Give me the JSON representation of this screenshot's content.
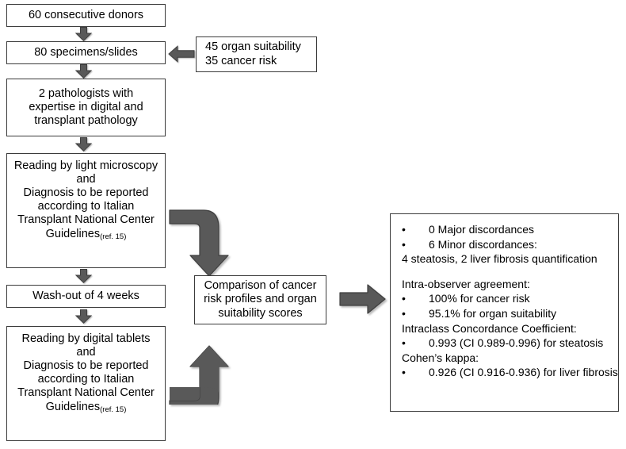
{
  "figure": {
    "kind": "study-flowchart",
    "arrow_color": "#595959",
    "arrow_stroke": "#3f3f3f",
    "box_border": "#3b3b3b",
    "background": "#ffffff"
  },
  "nodes": {
    "donors": {
      "text": "60 consecutive donors"
    },
    "specimens": {
      "text": "80 specimens/slides"
    },
    "breakdown": {
      "line1": "45 organ suitability",
      "line2": "35 cancer risk"
    },
    "pathologists": {
      "line1": "2 pathologists with",
      "line2": "expertise in digital and",
      "line3": "transplant pathology"
    },
    "reading_light": {
      "line1": "Reading by light microscopy",
      "line2": "and",
      "line3": "Diagnosis to be reported",
      "line4": "according to Italian",
      "line5": "Transplant National Center",
      "line6": "Guidelines",
      "ref": "(ref. 15)"
    },
    "washout": {
      "text": "Wash-out of 4 weeks"
    },
    "reading_digital": {
      "line1": "Reading by digital tablets",
      "line2": "and",
      "line3": "Diagnosis to be reported",
      "line4": "according to Italian",
      "line5": "Transplant National Center",
      "line6": "Guidelines",
      "ref": "(ref. 15)"
    },
    "comparison": {
      "line1": "Comparison of cancer",
      "line2": "risk profiles and organ",
      "line3": "suitability scores"
    },
    "results": {
      "bullet_char": "•",
      "rows": [
        {
          "bullet": true,
          "text": "0 Major discordances"
        },
        {
          "bullet": true,
          "text": "6 Minor discordances:"
        },
        {
          "bullet": false,
          "text": "4 steatosis, 2 liver fibrosis quantification"
        },
        {
          "bullet": false,
          "text": ""
        },
        {
          "bullet": false,
          "text": "Intra-observer agreement:"
        },
        {
          "bullet": true,
          "text": "100% for cancer risk"
        },
        {
          "bullet": true,
          "text": "95.1% for organ suitability"
        },
        {
          "bullet": false,
          "text": "Intraclass Concordance Coefficient:"
        },
        {
          "bullet": true,
          "text": "0.993 (CI 0.989-0.996) for steatosis"
        },
        {
          "bullet": false,
          "text": "Cohen’s kappa:"
        },
        {
          "bullet": true,
          "text": "0.926 (CI 0.916-0.936) for liver fibrosis"
        }
      ]
    }
  },
  "connectors": [
    {
      "name": "donors-to-specimens",
      "type": "down"
    },
    {
      "name": "specimens-to-pathologists",
      "type": "down"
    },
    {
      "name": "pathologists-to-reading-light",
      "type": "down"
    },
    {
      "name": "breakdown-to-specimens",
      "type": "left"
    },
    {
      "name": "reading-light-to-comparison",
      "type": "elbow-down"
    },
    {
      "name": "reading-light-to-washout",
      "type": "down"
    },
    {
      "name": "washout-to-reading-digital",
      "type": "down"
    },
    {
      "name": "reading-digital-to-comparison",
      "type": "elbow-up"
    },
    {
      "name": "comparison-to-results",
      "type": "right"
    }
  ]
}
